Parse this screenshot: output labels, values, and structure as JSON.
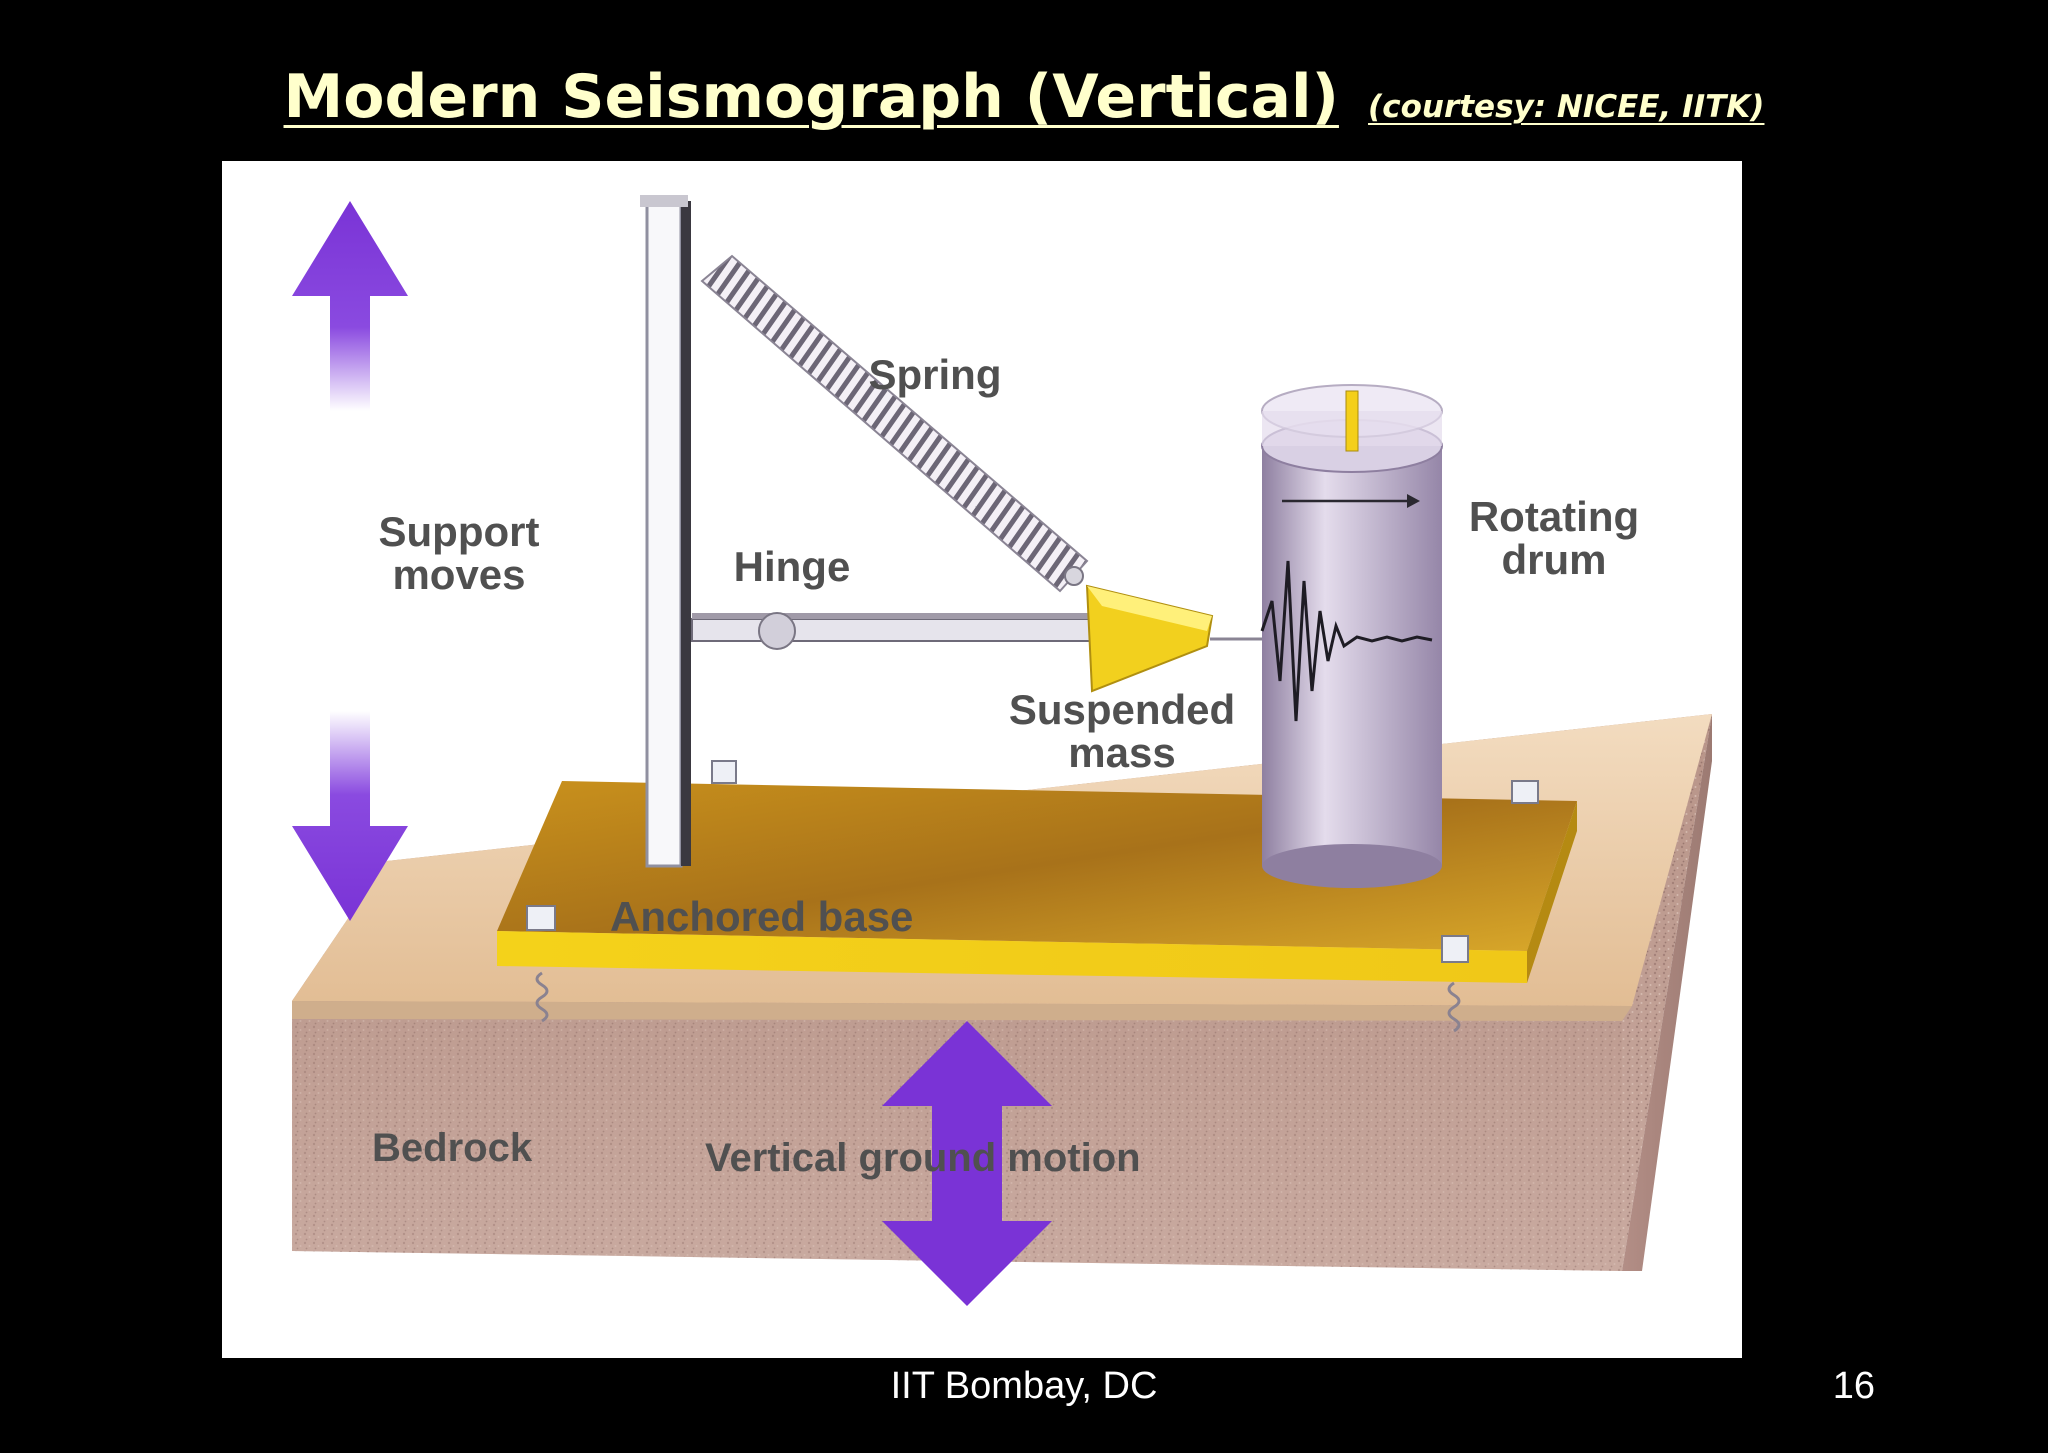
{
  "title": {
    "main": "Modern Seismograph (Vertical)",
    "credit": "(courtesy: NICEE, IITK)"
  },
  "figure": {
    "labels": {
      "support_line1": "Support",
      "support_line2": "moves",
      "spring": "Spring",
      "hinge": "Hinge",
      "rotating_line1": "Rotating",
      "rotating_line2": "drum",
      "mass_line1": "Suspended",
      "mass_line2": "mass",
      "anchored_base": "Anchored base",
      "bedrock": "Bedrock",
      "vertical_ground_motion": "Vertical ground motion"
    },
    "colors": {
      "arrow": "#7a33d6",
      "base_plate": "#d9a21c",
      "bedrock": "#b08f85",
      "ground_top": "#e8c79c",
      "drum": "#b3a5c2",
      "mass": "#f2d01e"
    }
  },
  "footer": {
    "text": "IIT Bombay,  DC",
    "page": "16"
  }
}
